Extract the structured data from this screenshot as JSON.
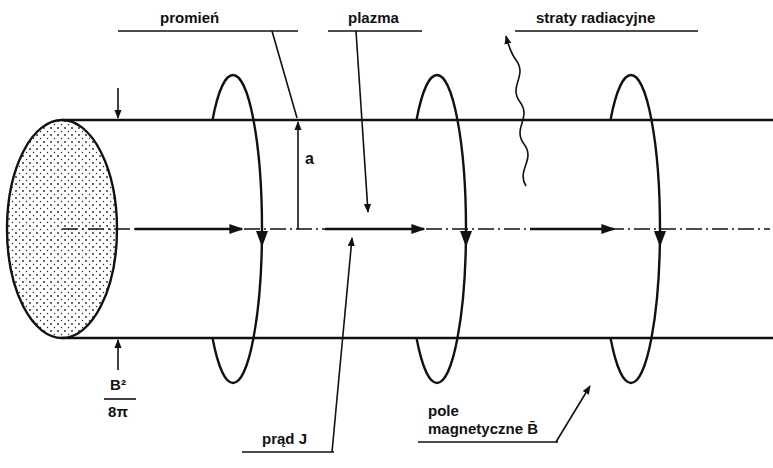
{
  "diagram": {
    "labels": [
      "promień",
      "plazma",
      "straty radiacyjne",
      "a",
      "B²",
      "8π",
      "prąd J",
      "pole magnetyczne B̄"
    ]
  }
}
